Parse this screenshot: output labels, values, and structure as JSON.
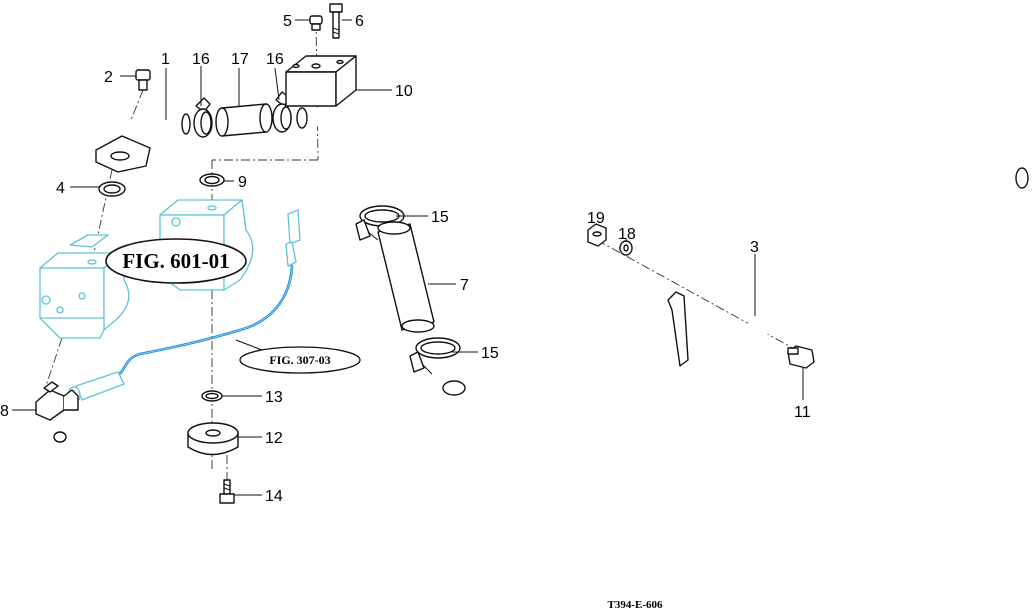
{
  "callouts": [
    {
      "id": "1",
      "label": "1"
    },
    {
      "id": "2",
      "label": "2"
    },
    {
      "id": "3",
      "label": "3"
    },
    {
      "id": "4",
      "label": "4"
    },
    {
      "id": "5",
      "label": "5"
    },
    {
      "id": "6",
      "label": "6"
    },
    {
      "id": "7",
      "label": "7"
    },
    {
      "id": "8",
      "label": "8"
    },
    {
      "id": "9",
      "label": "9"
    },
    {
      "id": "10",
      "label": "10"
    },
    {
      "id": "11",
      "label": "11"
    },
    {
      "id": "12",
      "label": "12"
    },
    {
      "id": "13",
      "label": "13"
    },
    {
      "id": "14",
      "label": "14"
    },
    {
      "id": "15a",
      "label": "15"
    },
    {
      "id": "15b",
      "label": "15"
    },
    {
      "id": "16a",
      "label": "16"
    },
    {
      "id": "16b",
      "label": "16"
    },
    {
      "id": "17",
      "label": "17"
    },
    {
      "id": "18",
      "label": "18"
    },
    {
      "id": "19",
      "label": "19"
    }
  ],
  "references": {
    "pump_figure": "FIG. 601-01",
    "cable_figure": "FIG. 307-03"
  },
  "drawing_code": "T394-E-606",
  "colors": {
    "line": "#111111",
    "reference_outline": "#5fc3d6",
    "cable": "#1e88d6"
  }
}
